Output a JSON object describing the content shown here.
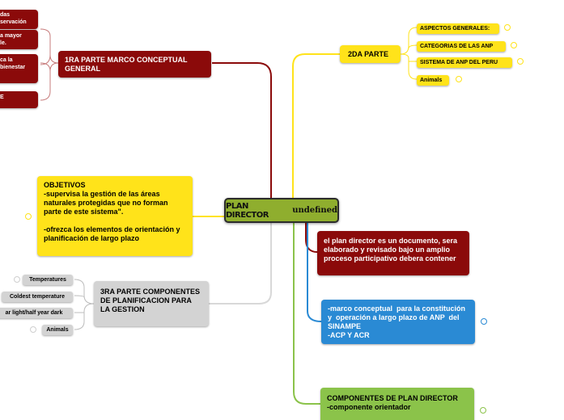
{
  "central": {
    "title": "PLAN DIRECTOR",
    "suffix": "undefined"
  },
  "left_branch_1": {
    "label": "1RA PARTE MARCO CONCEPTUAL GENERAL",
    "children": [
      "das\nservación",
      "a mayor\nle.",
      "ca la\nbienestar",
      "E"
    ]
  },
  "left_branch_2": {
    "label": "OBJETIVOS\n-supervisa la gestión de las áreas naturales protegidas que no forman parte de este sistema\".\n\n-ofrezca los elementos de orientación y planificación de largo plazo"
  },
  "left_branch_3": {
    "label": "3RA PARTE COMPONENTES DE PLANIFICACION PARA LA GESTION",
    "children": [
      "Temperatures",
      "Coldest temperature",
      "ar light/half year dark",
      "Animals"
    ]
  },
  "right_branch_1": {
    "label": "2DA PARTE",
    "children": [
      "ASPECTOS GENERALES:",
      "CATEGORIAS DE LAS ANP",
      "SISTEMA DE ANP DEL PERU",
      "Animals"
    ]
  },
  "right_branch_2": {
    "label": "el plan director es un documento, sera elaborado y revisado bajo un amplio proceso participativo debera contener"
  },
  "right_branch_3": {
    "label": "-marco conceptual  para la constitución y  operación a largo plazo de ANP  del SINAMPE\n-ACP Y ACR"
  },
  "right_branch_4": {
    "label": "COMPONENTES DE PLAN DIRECTOR\n-componente orientador"
  },
  "colors": {
    "red": "#8b0a0a",
    "yellow": "#ffe31a",
    "grey": "#d3d3d3",
    "blue": "#2a8ad4",
    "green": "#8bc34a",
    "central": "#8fae2e"
  }
}
